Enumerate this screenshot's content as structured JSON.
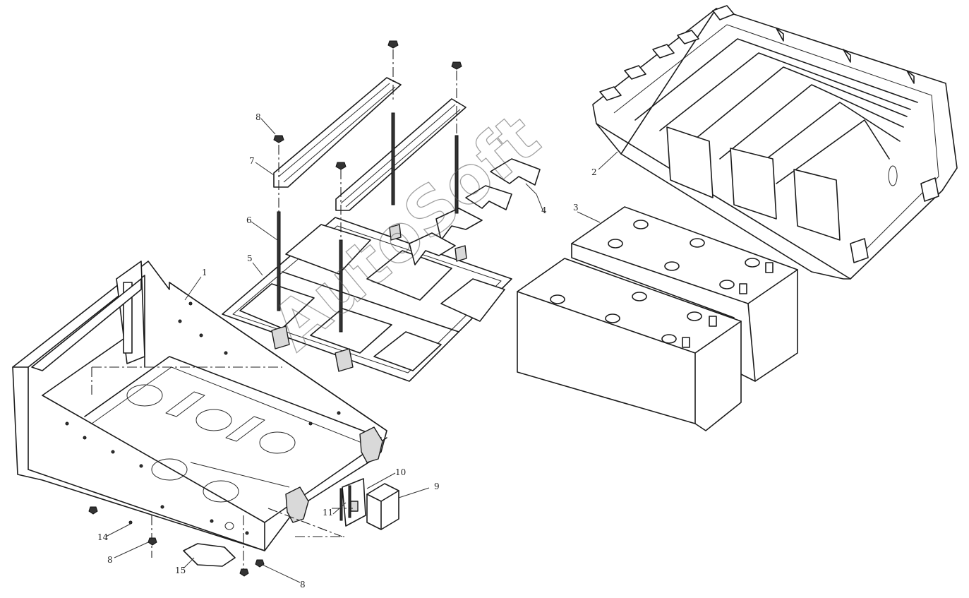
{
  "watermark": "AutoSoft",
  "callouts": [
    {
      "id": "c1",
      "label": "1"
    },
    {
      "id": "c2",
      "label": "2"
    },
    {
      "id": "c3",
      "label": "3"
    },
    {
      "id": "c4",
      "label": "4"
    },
    {
      "id": "c5",
      "label": "5"
    },
    {
      "id": "c6",
      "label": "6"
    },
    {
      "id": "c7",
      "label": "7"
    },
    {
      "id": "c8a",
      "label": "8"
    },
    {
      "id": "c8b",
      "label": "8"
    },
    {
      "id": "c8c",
      "label": "8"
    },
    {
      "id": "c9",
      "label": "9"
    },
    {
      "id": "c10",
      "label": "10"
    },
    {
      "id": "c11",
      "label": "11"
    },
    {
      "id": "c14",
      "label": "14"
    },
    {
      "id": "c15",
      "label": "15"
    }
  ],
  "colors": {
    "line": "#1c1c1c",
    "background": "#ffffff",
    "watermark": "#555555"
  }
}
